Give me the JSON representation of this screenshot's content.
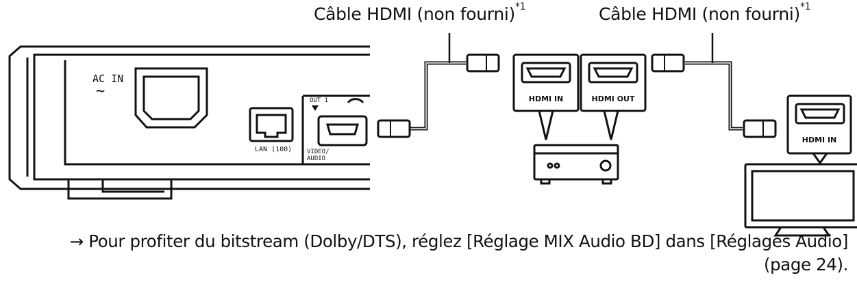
{
  "labels": {
    "cable_left": "Câble HDMI (non fourni)",
    "cable_right": "Câble HDMI (non fourni)",
    "footnote_mark": "*1"
  },
  "player": {
    "ac_in": "AC IN",
    "ac_symbol": "~",
    "lan": "LAN (100)",
    "out": "OUT 1",
    "video_audio_line1": "VIDEO/",
    "video_audio_line2": "AUDIO"
  },
  "ports": {
    "amp_in": "HDMI IN",
    "amp_out": "HDMI OUT",
    "tv_in": "HDMI IN"
  },
  "note": {
    "arrow": "→",
    "line1": "Pour profiter du bitstream (Dolby/DTS), réglez [Réglage MIX Audio BD] dans [Réglages Audio]",
    "line2": "(page 24)."
  }
}
